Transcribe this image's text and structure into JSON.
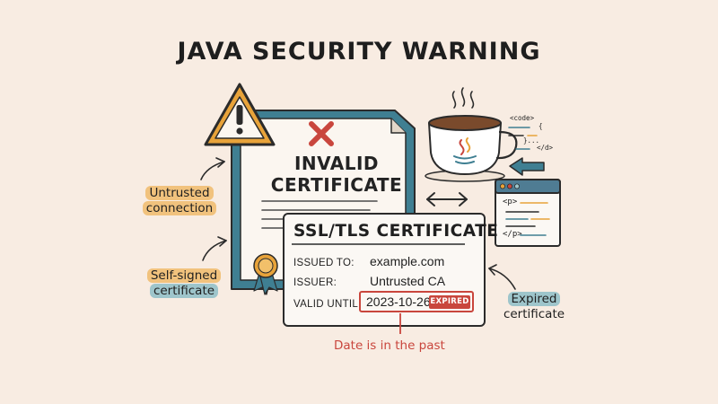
{
  "title": "JAVA SECURITY WARNING",
  "document": {
    "title_line1": "INVALID",
    "title_line2": "CERTIFICATE"
  },
  "ssl_card": {
    "title": "SSL/TLS CERTIFICATE",
    "rows": [
      {
        "key": "ISSUED TO:",
        "value": "example.com"
      },
      {
        "key": "ISSUER:",
        "value": "Untrusted CA"
      },
      {
        "key": "VALID UNTIL:",
        "value": "2023-10-26"
      }
    ],
    "badge": "EXPIRED"
  },
  "callouts": {
    "untrusted_line1": "Untrusted",
    "untrusted_line2": "connection",
    "selfsigned_line1": "Self-signed",
    "selfsigned_line2": "certificate",
    "expired_line1": "Expired",
    "expired_line2": "certificate",
    "past_note": "Date is in the past"
  },
  "code_snippet": {
    "open_tag": "<code>",
    "brace": "{",
    "ellipsis": "}...",
    "close_tag": "</d>"
  },
  "browser_window": {
    "open_tag": "<p>",
    "close_tag": "</p>"
  },
  "colors": {
    "background": "#f8ece2",
    "outline": "#2b2b2b",
    "document_frame": "#3f7f92",
    "warning": "#e8a33a",
    "danger": "#c9463d",
    "untrusted_highlight": "#f1c27d",
    "selfsigned_highlight": "#9ec5cb",
    "expired_highlight": "#9ec5cb",
    "window_bar": "#4f7c93"
  },
  "icons": [
    "warning-triangle-icon",
    "red-x-icon",
    "award-ribbon-icon",
    "coffee-cup-icon",
    "java-logo-icon",
    "browser-window-icon",
    "double-arrow-icon",
    "code-snippet-icon"
  ]
}
